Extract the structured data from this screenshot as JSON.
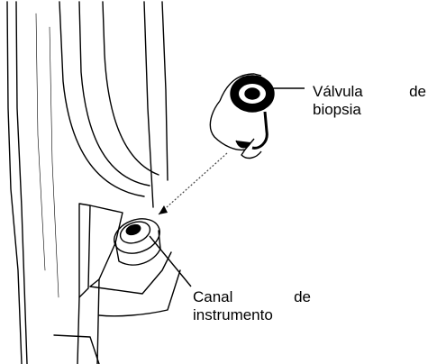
{
  "labels": {
    "biopsy_valve": {
      "line1_word1": "Válvula",
      "line1_word2": "de",
      "line2": "biopsia"
    },
    "instrument_channel": {
      "line1_word1": "Canal",
      "line1_word2": "de",
      "line2": "instrumento"
    }
  },
  "colors": {
    "line": "#000000",
    "background": "#ffffff",
    "dotted_arrow": "#444444"
  }
}
